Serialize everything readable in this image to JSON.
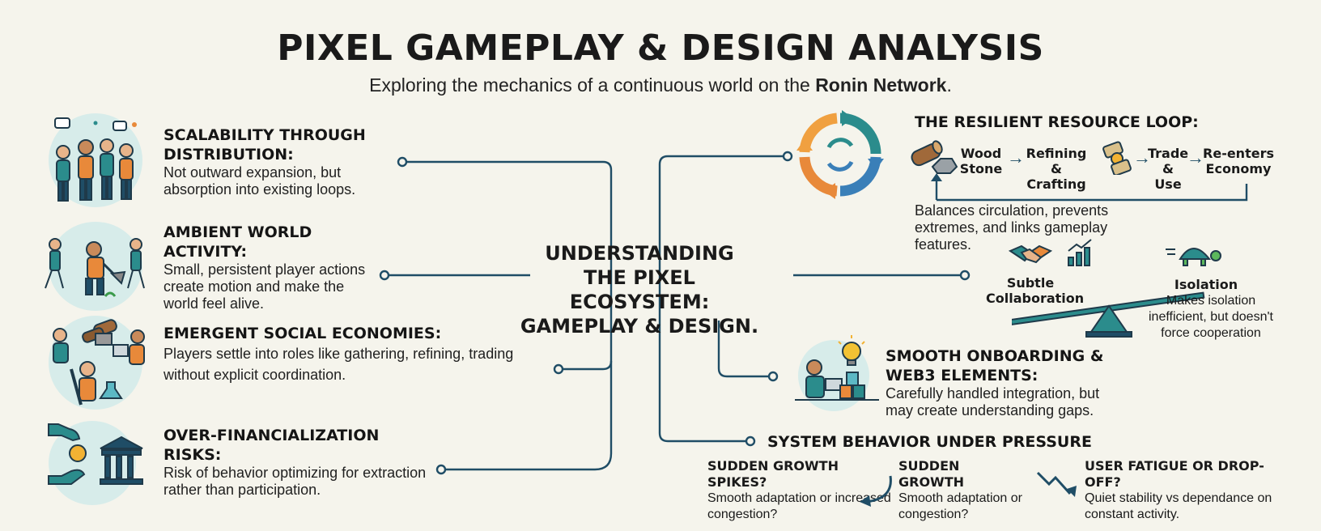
{
  "header": {
    "title": "PIXEL GAMEPLAY & DESIGN ANALYSIS",
    "subtitle_prefix": "Exploring the mechanics of a continuous world on the ",
    "subtitle_bold": "Ronin Network",
    "subtitle_suffix": "."
  },
  "center": {
    "line1": "UNDERSTANDING",
    "line2": "THE PIXEL ECOSYSTEM:",
    "line3": "GAMEPLAY & DESIGN."
  },
  "left_items": [
    {
      "heading": "SCALABILITY THROUGH DISTRIBUTION:",
      "text": "Not outward expansion, but absorption into existing loops.",
      "icon": "crowd-icon"
    },
    {
      "heading": "AMBIENT WORLD ACTIVITY:",
      "text": "Small, persistent player actions create motion and make the world feel alive.",
      "icon": "player-mining-icon"
    },
    {
      "heading": "EMERGENT SOCIAL ECONOMIES:",
      "text": "Players settle into roles like gathering, refining, trading without explicit coordination.",
      "icon": "roles-icon"
    },
    {
      "heading": "OVER-FINANCIALIZATION RISKS:",
      "text": "Risk of behavior optimizing for extraction rather than participation.",
      "icon": "bank-coin-icon"
    }
  ],
  "resource_loop": {
    "heading": "THE RESILIENT RESOURCE LOOP:",
    "steps": [
      "Wood Stone",
      "Refining & Crafting",
      "Trade & Use",
      "Re-enters Economy"
    ],
    "text": "Balances circulation, prevents extremes, and links gameplay features.",
    "icon": "cycle-arrows-icon"
  },
  "balance": {
    "left_label": "Subtle Collaboration",
    "right_label": "Isolation",
    "right_text": "Makes isolation inefficient, but doesn't force cooperation",
    "icons": [
      "handshake-icon",
      "growth-chart-icon",
      "turtle-icon",
      "seesaw-icon"
    ]
  },
  "onboarding": {
    "heading": "SMOOTH ONBOARDING & WEB3 ELEMENTS:",
    "text": "Carefully handled integration, but may create understanding gaps.",
    "icon": "lightbulb-user-icon"
  },
  "pressure": {
    "heading": "SYSTEM BEHAVIOR UNDER PRESSURE",
    "items": [
      {
        "heading": "SUDDEN GROWTH SPIKES?",
        "text": "Smooth adaptation or increased congestion?"
      },
      {
        "heading": "SUDDEN GROWTH",
        "text": "Smooth adaptation or congestion?"
      },
      {
        "heading": "USER FATIGUE OR DROP-OFF?",
        "text": "Quiet stability vs dependance on constant activity."
      }
    ]
  },
  "colors": {
    "teal": "#2b8c8c",
    "orange": "#e8893a",
    "navy": "#1f4d66",
    "line": "#1f4d66",
    "bubble": "#d7ecea"
  }
}
